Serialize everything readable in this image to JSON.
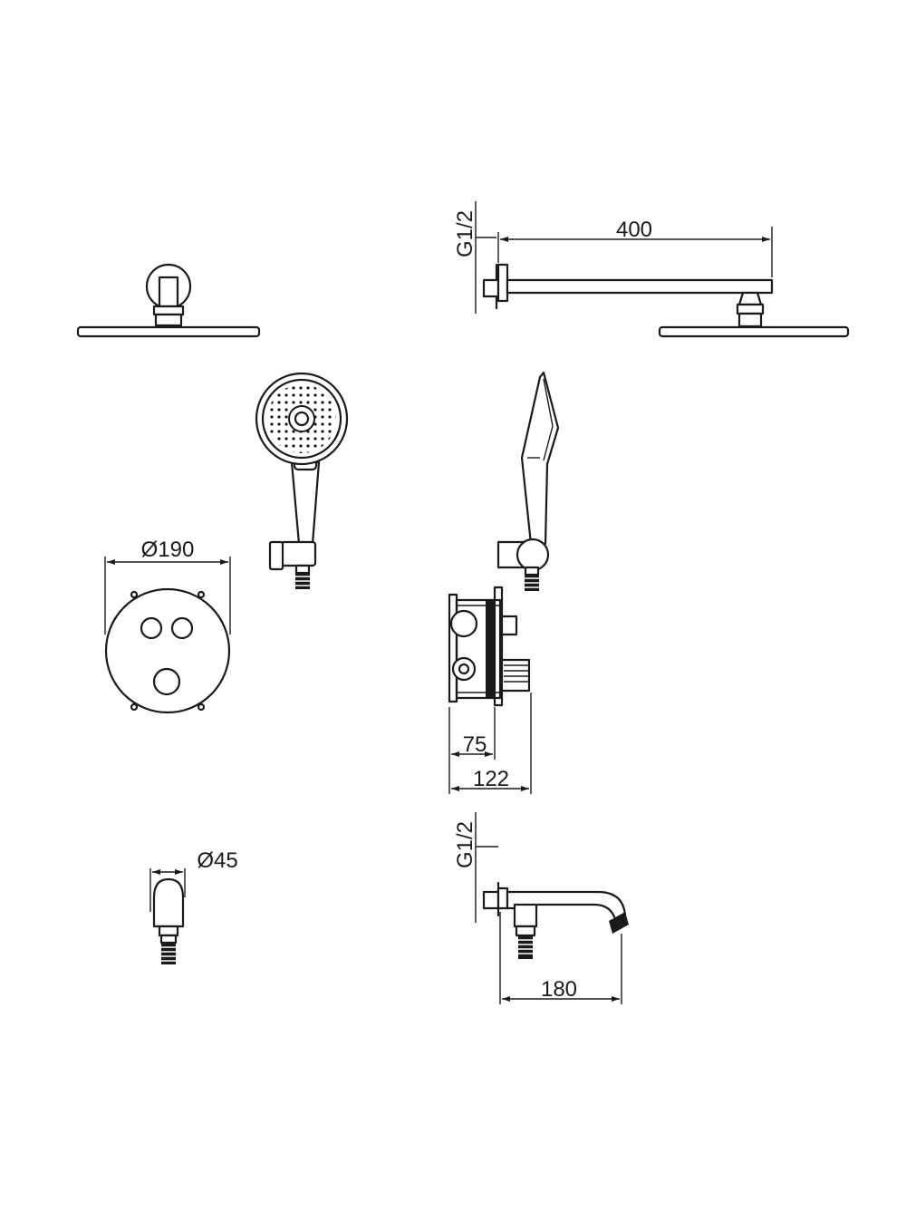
{
  "dimensions": {
    "overhead_thread": "G1/2",
    "arm_length": "400",
    "mixer_plate_diameter": "Ø190",
    "box_depth": "75",
    "box_total_depth": "122",
    "outlet_diameter": "Ø45",
    "spout_thread": "G1/2",
    "spout_length": "180"
  },
  "colors": {
    "line": "#1a1a1a",
    "background": "#ffffff"
  }
}
